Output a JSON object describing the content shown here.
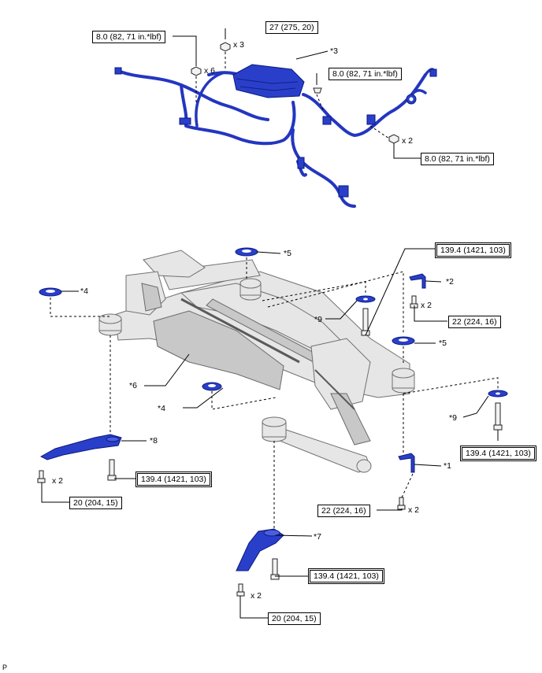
{
  "labels": {
    "torque_27_275_20": "27 (275, 20)",
    "torque_8_harness_left": "8.0 (82, 71 in.*lbf)",
    "torque_8_harness_mid": "8.0 (82, 71 in.*lbf)",
    "torque_8_harness_right": "8.0 (82, 71 in.*lbf)",
    "qty_x3": "x 3",
    "qty_x6": "x 6",
    "qty_x2_harness": "x 2",
    "part3": "*3",
    "part5_top": "*5",
    "part5_right": "*5",
    "part4_left": "*4",
    "part4_bottom": "*4",
    "part2": "*2",
    "qty_x2_part2": "x 2",
    "torque_22_top": "22 (224, 16)",
    "torque_139_top": "139.4 (1421, 103)",
    "part9_left": "*9",
    "part9_right": "*9",
    "torque_139_right": "139.4 (1421, 103)",
    "part6": "*6",
    "part8": "*8",
    "torque_139_left": "139.4 (1421, 103)",
    "qty_x2_left": "x 2",
    "torque_20_left": "20 (204, 15)",
    "part1": "*1",
    "torque_22_bottom": "22 (224, 16)",
    "qty_x2_part1": "x 2",
    "part7": "*7",
    "torque_139_bottom": "139.4 (1421, 103)",
    "qty_x2_bottom": "x 2",
    "torque_20_bottom": "20 (204, 15)",
    "corner_p": "P"
  },
  "colors": {
    "part_blue": "#2a3fc9",
    "frame_gray": "#e6e6e6"
  }
}
